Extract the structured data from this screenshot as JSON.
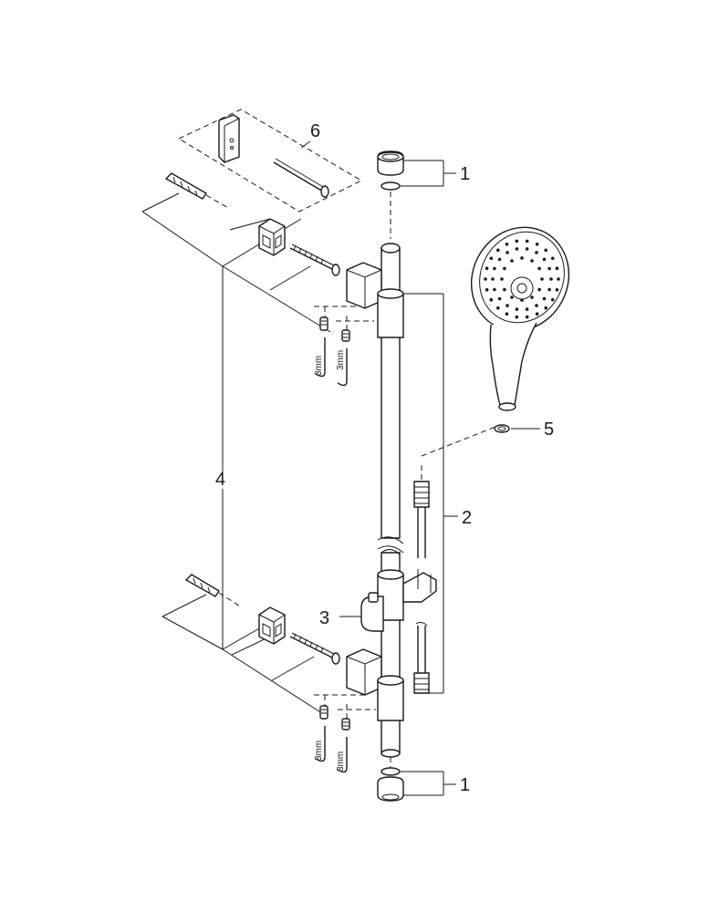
{
  "callouts": {
    "part_1_top": "1",
    "part_1_bottom": "1",
    "part_2": "2",
    "part_3": "3",
    "part_4": "4",
    "part_5": "5",
    "part_6": "6"
  },
  "hex_key_labels": [
    "3mm",
    "3mm",
    "3mm",
    "3mm"
  ]
}
